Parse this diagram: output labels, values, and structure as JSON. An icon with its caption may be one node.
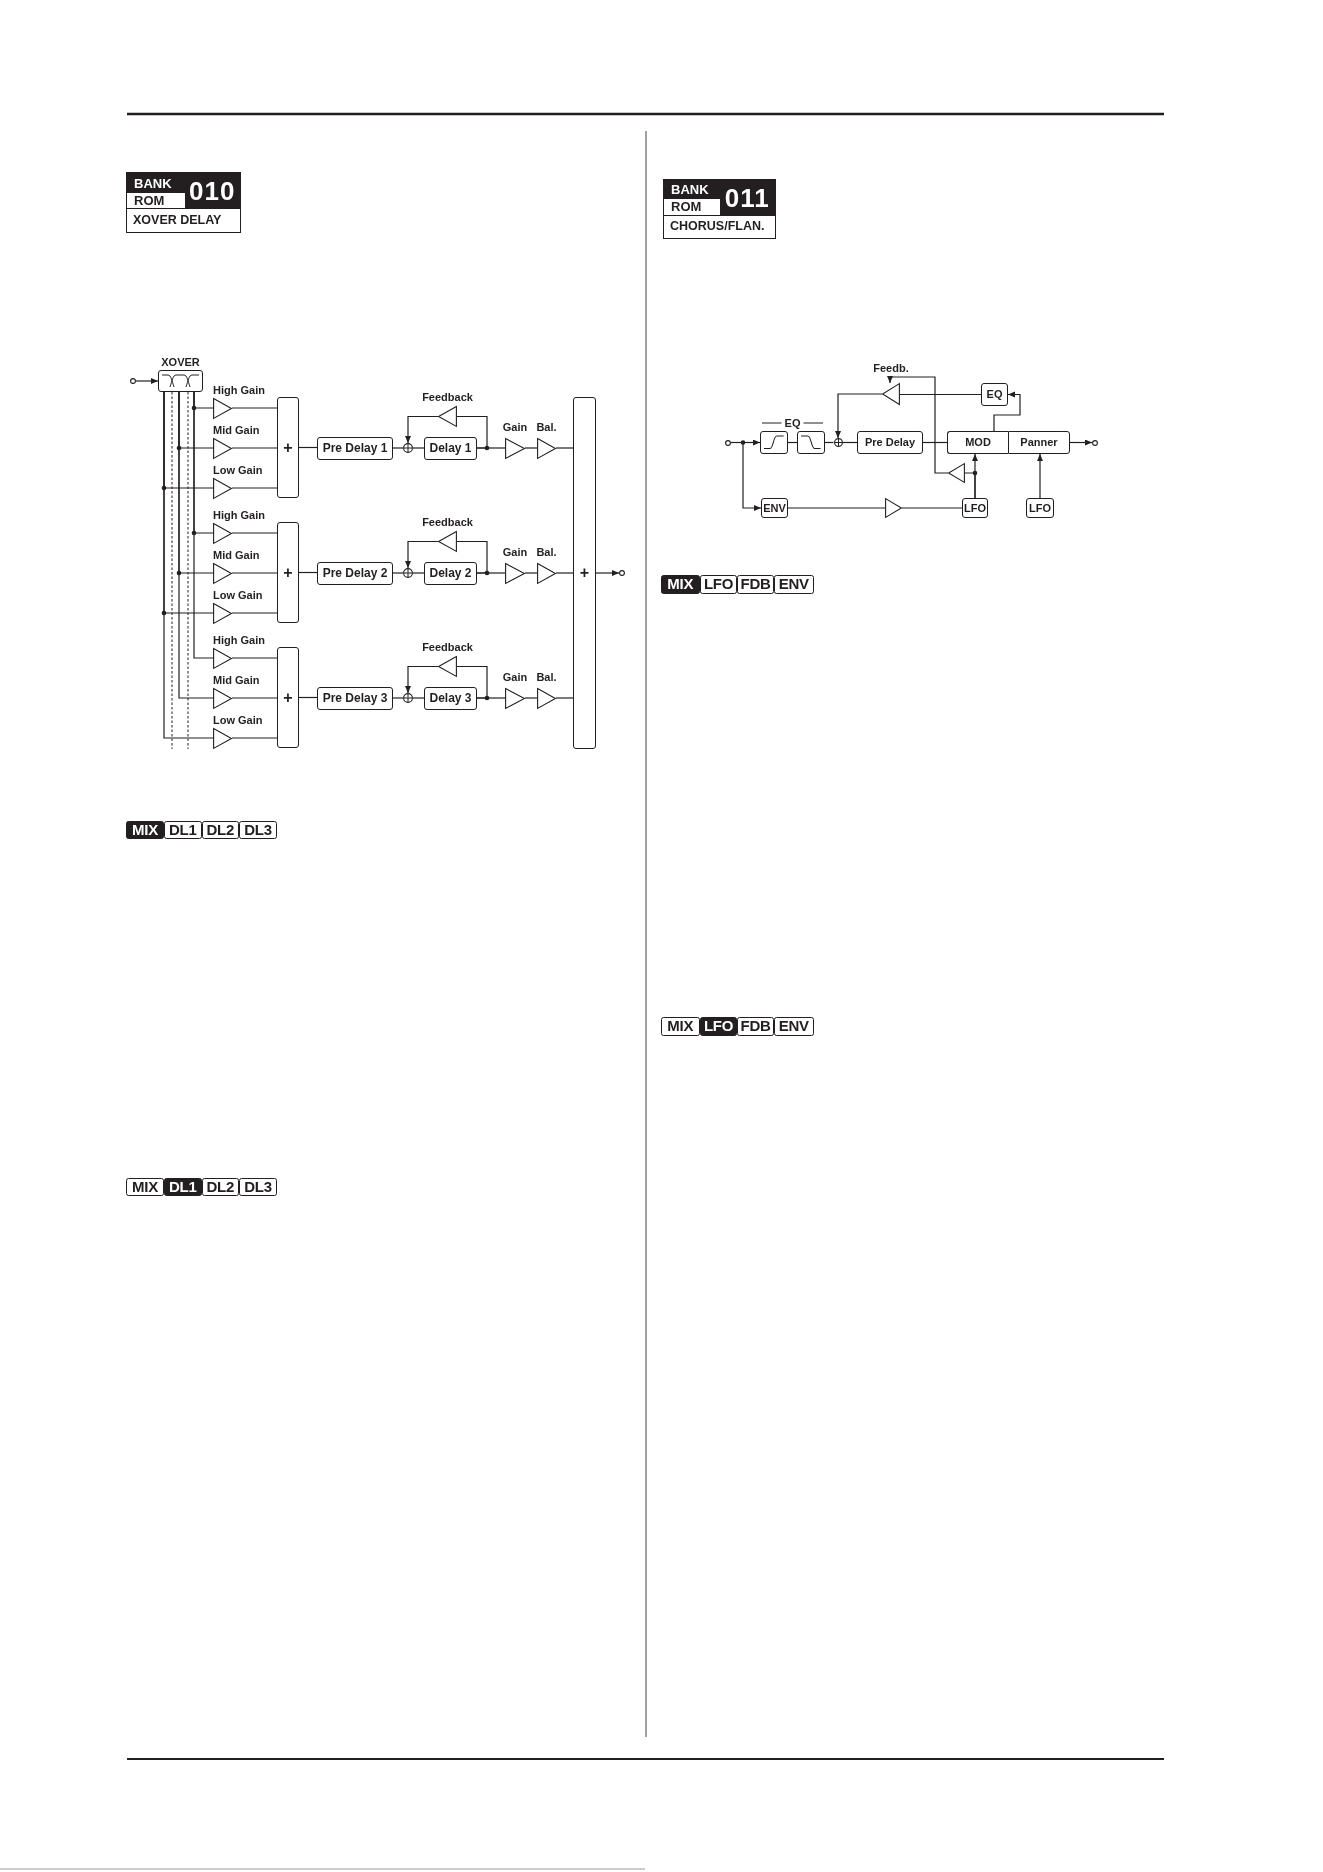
{
  "diagram": {
    "nodes": [
      {
        "text": [
          "BANK",
          "ROM",
          "010",
          "XOVER DELAY"
        ]
      },
      {
        "text": [],
        "shape": "circle"
      },
      {
        "text": [
          "XOVER"
        ]
      },
      {
        "text": [
          "High Gain"
        ]
      },
      {
        "text": [
          "Mid Gain"
        ]
      },
      {
        "text": [
          "Low Gain"
        ]
      },
      {
        "text": [
          "+"
        ]
      },
      {
        "text": [
          "Pre Delay 1"
        ]
      },
      {
        "text": [],
        "shape": "circle"
      },
      {
        "text": [
          "Delay 1"
        ]
      },
      {
        "text": [
          "Feedback"
        ]
      },
      {
        "text": [
          "Gain"
        ]
      },
      {
        "text": [
          "Bal."
        ]
      },
      {
        "text": [
          "High Gain"
        ]
      },
      {
        "text": [
          "Mid Gain"
        ]
      },
      {
        "text": [
          "Low Gain"
        ]
      },
      {
        "text": [
          "+"
        ]
      },
      {
        "text": [
          "Pre Delay 2"
        ]
      },
      {
        "text": [],
        "shape": "circle"
      },
      {
        "text": [
          "Delay 2"
        ]
      },
      {
        "text": [
          "Feedback"
        ]
      },
      {
        "text": [
          "Gain"
        ]
      },
      {
        "text": [
          "Bal."
        ]
      },
      {
        "text": [
          "High Gain"
        ]
      },
      {
        "text": [
          "Mid Gain"
        ]
      },
      {
        "text": [
          "Low Gain"
        ]
      },
      {
        "text": [
          "+"
        ]
      },
      {
        "text": [
          "Pre Delay 3"
        ]
      },
      {
        "text": [],
        "shape": "circle"
      },
      {
        "text": [
          "Delay 3"
        ]
      },
      {
        "text": [
          "Feedback"
        ]
      },
      {
        "text": [
          "Gain"
        ]
      },
      {
        "text": [
          "Bal."
        ]
      },
      {
        "text": [
          "+"
        ]
      },
      {
        "text": [],
        "shape": "circle"
      },
      {
        "text": [
          "BANK",
          "ROM",
          "011",
          "CHORUS/FLAN."
        ]
      },
      {
        "text": [
          "Feedb."
        ]
      },
      {
        "text": [
          "EQ"
        ]
      },
      {
        "text": [],
        "shape": "circle"
      },
      {
        "text": [],
        "shape": "box"
      },
      {
        "text": [],
        "shape": "box"
      },
      {
        "text": [],
        "shape": "circle"
      },
      {
        "text": [
          "Pre Delay"
        ]
      },
      {
        "text": [
          "MOD"
        ]
      },
      {
        "text": [
          "Panner"
        ]
      },
      {
        "text": [],
        "shape": "circle"
      },
      {
        "text": [],
        "shape": "triangle"
      },
      {
        "text": [
          "ENV"
        ]
      },
      {
        "text": [],
        "shape": "triangle"
      },
      {
        "text": [
          "LFO"
        ]
      },
      {
        "text": [
          "LFO"
        ]
      }
    ],
    "edges": [
      {
        "from": 1,
        "to": 2,
        "arrow": "to"
      },
      {
        "from": 2,
        "to": 3,
        "arrow": "none"
      },
      {
        "from": 2,
        "to": 4,
        "arrow": "none"
      },
      {
        "from": 2,
        "to": 5,
        "arrow": "none"
      },
      {
        "from": 3,
        "to": 6,
        "arrow": "none"
      },
      {
        "from": 4,
        "to": 6,
        "arrow": "none"
      },
      {
        "from": 5,
        "to": 6,
        "arrow": "none"
      },
      {
        "from": 6,
        "to": 7,
        "arrow": "none"
      },
      {
        "from": 7,
        "to": 8,
        "arrow": "none"
      },
      {
        "from": 8,
        "to": 9,
        "arrow": "none"
      },
      {
        "from": 9,
        "to": 10,
        "arrow": "none"
      },
      {
        "from": 10,
        "to": 8,
        "arrow": "to"
      },
      {
        "from": 9,
        "to": 11,
        "arrow": "none"
      },
      {
        "from": 11,
        "to": 12,
        "arrow": "none"
      },
      {
        "from": 12,
        "to": 33,
        "arrow": "none"
      },
      {
        "from": 2,
        "to": 13,
        "arrow": "none"
      },
      {
        "from": 2,
        "to": 14,
        "arrow": "none"
      },
      {
        "from": 2,
        "to": 15,
        "arrow": "none"
      },
      {
        "from": 13,
        "to": 16,
        "arrow": "none"
      },
      {
        "from": 14,
        "to": 16,
        "arrow": "none"
      },
      {
        "from": 15,
        "to": 16,
        "arrow": "none"
      },
      {
        "from": 16,
        "to": 17,
        "arrow": "none"
      },
      {
        "from": 17,
        "to": 18,
        "arrow": "none"
      },
      {
        "from": 18,
        "to": 19,
        "arrow": "none"
      },
      {
        "from": 19,
        "to": 20,
        "arrow": "none"
      },
      {
        "from": 20,
        "to": 18,
        "arrow": "to"
      },
      {
        "from": 19,
        "to": 21,
        "arrow": "none"
      },
      {
        "from": 21,
        "to": 22,
        "arrow": "none"
      },
      {
        "from": 22,
        "to": 33,
        "arrow": "none"
      },
      {
        "from": 2,
        "to": 23,
        "arrow": "none"
      },
      {
        "from": 2,
        "to": 24,
        "arrow": "none"
      },
      {
        "from": 2,
        "to": 25,
        "arrow": "none"
      },
      {
        "from": 23,
        "to": 26,
        "arrow": "none"
      },
      {
        "from": 24,
        "to": 26,
        "arrow": "none"
      },
      {
        "from": 25,
        "to": 26,
        "arrow": "none"
      },
      {
        "from": 26,
        "to": 27,
        "arrow": "none"
      },
      {
        "from": 27,
        "to": 28,
        "arrow": "none"
      },
      {
        "from": 28,
        "to": 29,
        "arrow": "none"
      },
      {
        "from": 29,
        "to": 30,
        "arrow": "none"
      },
      {
        "from": 30,
        "to": 28,
        "arrow": "to"
      },
      {
        "from": 29,
        "to": 31,
        "arrow": "none"
      },
      {
        "from": 31,
        "to": 32,
        "arrow": "none"
      },
      {
        "from": 32,
        "to": 33,
        "arrow": "none"
      },
      {
        "from": 33,
        "to": 34,
        "arrow": "to"
      },
      {
        "from": 38,
        "to": 39,
        "arrow": "to"
      },
      {
        "from": 38,
        "to": 47,
        "arrow": "to"
      },
      {
        "from": 39,
        "to": 40,
        "arrow": "none"
      },
      {
        "from": 40,
        "to": 41,
        "arrow": "none"
      },
      {
        "from": 41,
        "to": 42,
        "arrow": "none"
      },
      {
        "from": 42,
        "to": 43,
        "arrow": "none"
      },
      {
        "from": 44,
        "to": 45,
        "arrow": "to"
      },
      {
        "from": 43,
        "to": 37,
        "arrow": "to"
      },
      {
        "from": 37,
        "to": 36,
        "arrow": "none"
      },
      {
        "from": 36,
        "to": 41,
        "arrow": "to"
      },
      {
        "from": 47,
        "to": 48,
        "arrow": "none"
      },
      {
        "from": 48,
        "to": 49,
        "arrow": "none"
      },
      {
        "from": 49,
        "to": 43,
        "arrow": "to"
      },
      {
        "from": 49,
        "to": 46,
        "arrow": "none"
      },
      {
        "from": 46,
        "to": 36,
        "arrow": "to"
      },
      {
        "from": 50,
        "to": 44,
        "arrow": "to"
      }
    ],
    "labels": [
      "MIX",
      "DL1",
      "DL2",
      "DL3",
      "MIX",
      "DL1",
      "DL2",
      "DL3",
      "EQ",
      "MIX",
      "LFO",
      "FDB",
      "ENV",
      "MIX",
      "LFO",
      "FDB",
      "ENV"
    ]
  }
}
